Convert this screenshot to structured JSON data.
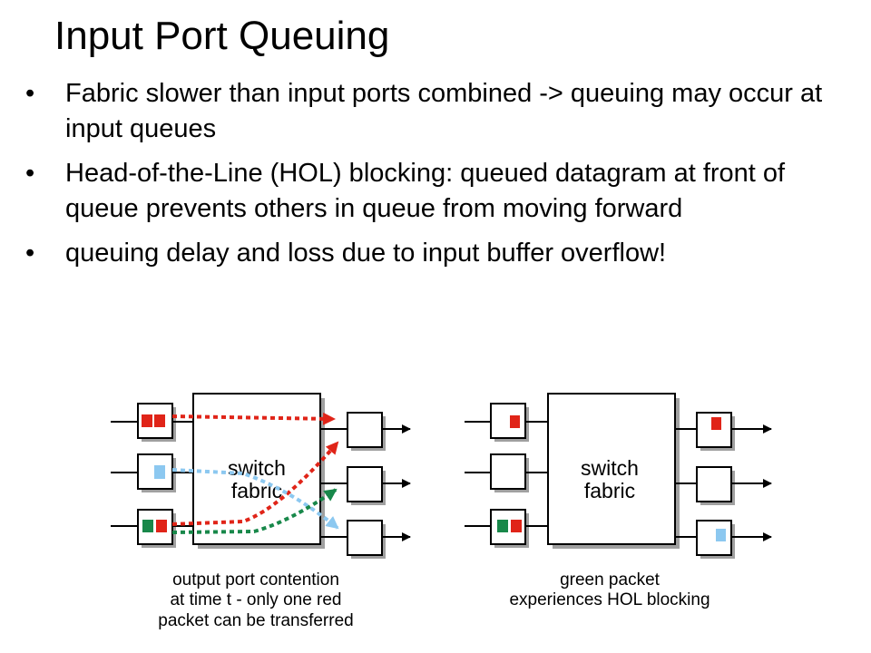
{
  "slide": {
    "title": "Input Port Queuing",
    "bullets": [
      "Fabric slower than input ports combined -> queuing may occur at input queues",
      "Head-of-the-Line (HOL) blocking: queued datagram at front of queue prevents others in queue from moving forward",
      "queuing delay and loss due to input buffer overflow!"
    ]
  },
  "figures": {
    "left": {
      "fabric_line1": "switch",
      "fabric_line2": "fabric",
      "caption_lines": [
        "output port contention",
        "at  time t - only one red",
        "packet can be transferred"
      ]
    },
    "right": {
      "fabric_line1": "switch",
      "fabric_line2": "fabric",
      "caption_lines": [
        "green packet",
        "experiences HOL blocking"
      ]
    }
  },
  "colors": {
    "red_packet": "#e02418",
    "blue_packet": "#8cc8f0",
    "green_packet": "#18884a",
    "box_shadow": "#a0a0a0"
  }
}
